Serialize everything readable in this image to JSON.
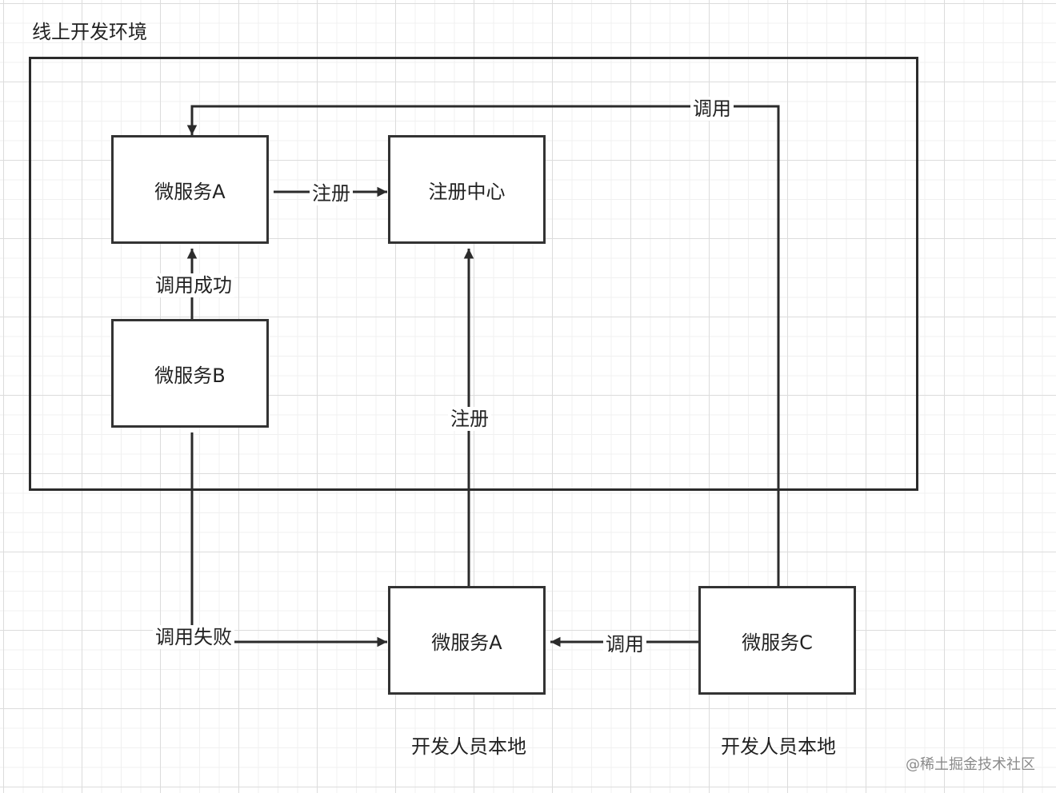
{
  "region": {
    "title": "线上开发环境"
  },
  "nodes": {
    "online_a": "微服务A",
    "registry": "注册中心",
    "online_b": "微服务B",
    "local_a": "微服务A",
    "local_c": "微服务C"
  },
  "edges": {
    "a_register": "注册",
    "b_call_success": "调用成功",
    "c_call_online_a": "调用",
    "local_a_register": "注册",
    "b_call_failed": "调用失败",
    "c_call_local_a": "调用"
  },
  "captions": {
    "local_a_location": "开发人员本地",
    "local_c_location": "开发人员本地"
  },
  "watermark": "@稀土掘金技术社区"
}
